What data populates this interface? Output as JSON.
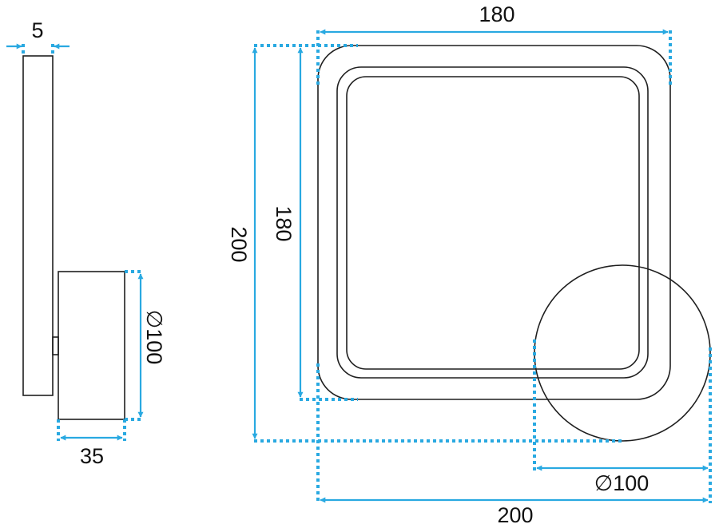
{
  "colors": {
    "dimension": "#29a9e1",
    "outline": "#1f1f1f",
    "background": "#ffffff"
  },
  "dimensions": {
    "plate_thickness": "5",
    "base_depth": "35",
    "side_base_diameter": "∅100",
    "frame_width": "180",
    "frame_height": "180",
    "total_height": "200",
    "front_base_diameter": "∅100",
    "total_width": "200"
  }
}
